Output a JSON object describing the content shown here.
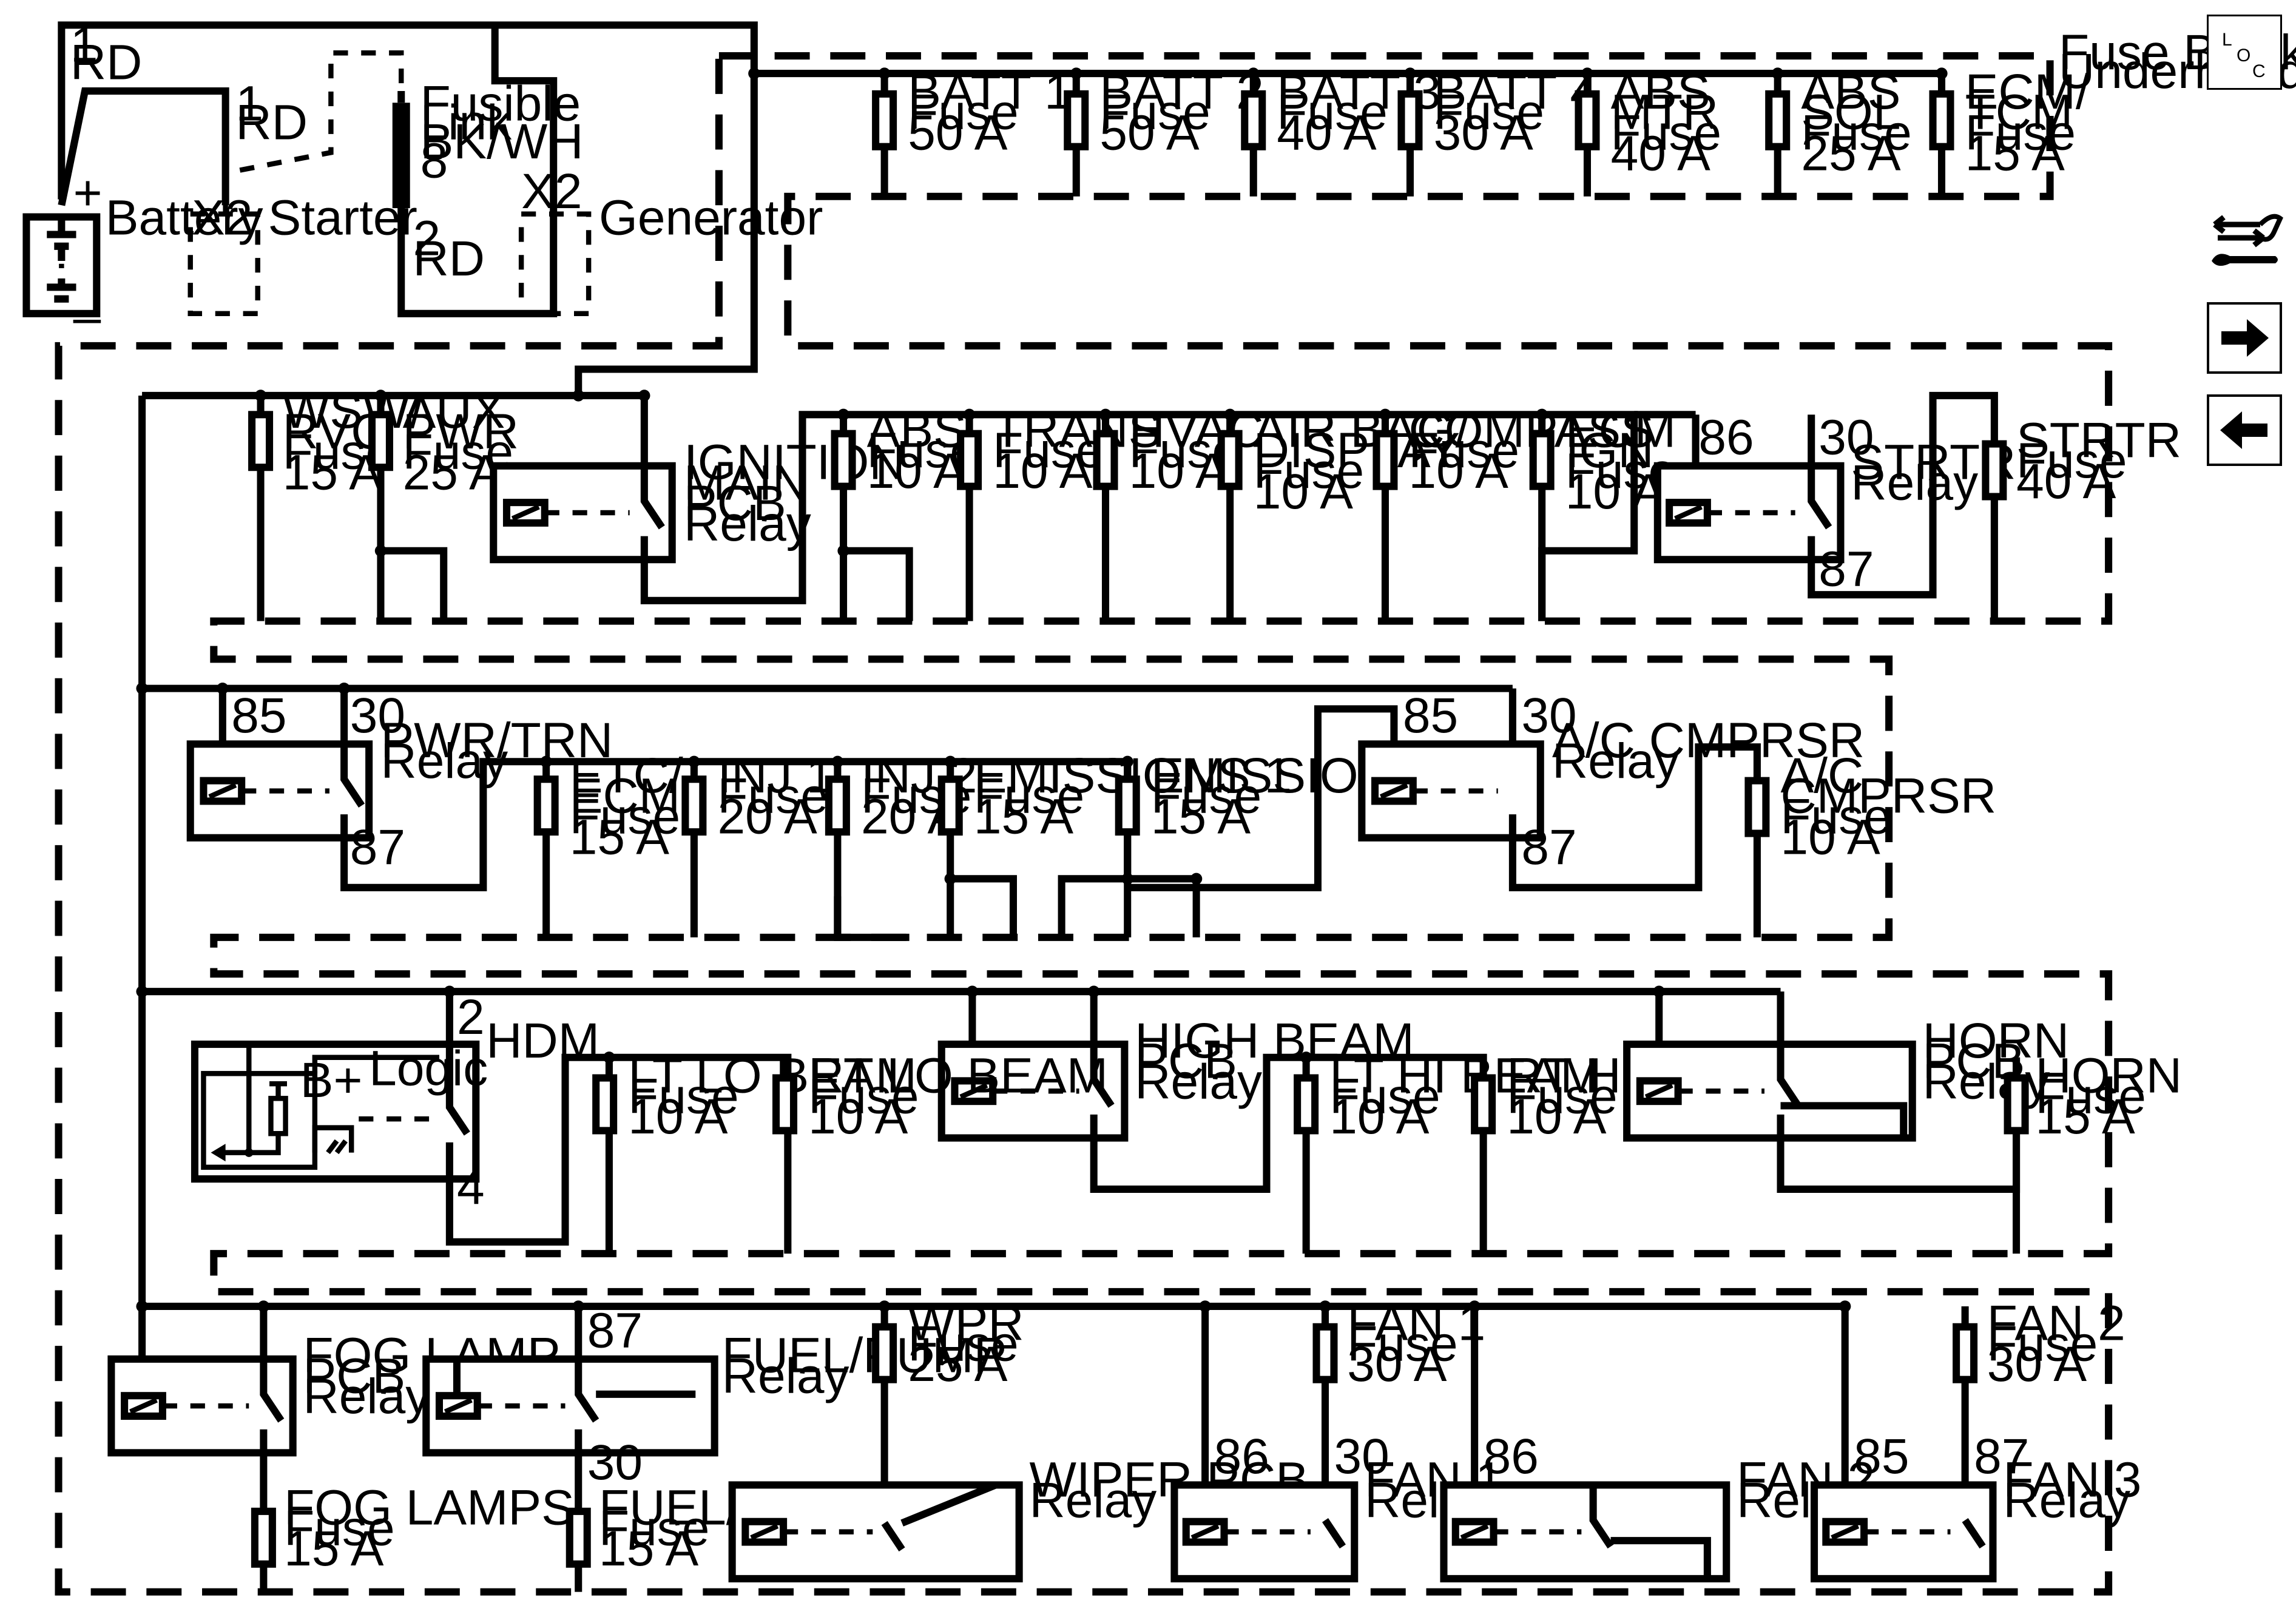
{
  "power": {
    "battery_wire": [
      "1",
      "RD"
    ],
    "battery_label": "Battery",
    "plus": "+",
    "minus": "–",
    "starter_wire": [
      "1",
      "RD"
    ],
    "starter_terminal": "X2",
    "starter_label": "Starter",
    "fusible_link": [
      "Fusible",
      "Link",
      "BK/WH",
      "8"
    ],
    "fusible_out_wire": [
      "2",
      "RD"
    ],
    "generator_terminal": "X2",
    "generator_label": "Generator"
  },
  "fuse_block_title": [
    "Fuse Block –",
    "Underhood"
  ],
  "row1_fuses": [
    {
      "lines": [
        "BATT 1",
        "Fuse",
        "50 A"
      ]
    },
    {
      "lines": [
        "BATT 2",
        "Fuse",
        "50 A"
      ]
    },
    {
      "lines": [
        "BATT 3",
        "Fuse",
        "40 A"
      ]
    },
    {
      "lines": [
        "BATT 4",
        "Fuse",
        "30 A"
      ]
    },
    {
      "lines": [
        "ABS",
        "MTR",
        "Fuse",
        "40 A"
      ]
    },
    {
      "lines": [
        "ABS",
        "SOL",
        "Fuse",
        "25 A"
      ]
    },
    {
      "lines": [
        "ECM/",
        "TCM",
        "Fuse",
        "15 A"
      ]
    }
  ],
  "row2": {
    "wsw": [
      "WSW/",
      "RVC",
      "Fuse",
      "15 A"
    ],
    "aux": [
      "AUX",
      "PWR",
      "Fuse",
      "25 A"
    ],
    "ign_relay": [
      "IGNITION",
      "MAIN",
      "PCB",
      "Relay"
    ],
    "fuses": [
      {
        "lines": [
          "ABS",
          "Fuse",
          "10 A"
        ]
      },
      {
        "lines": [
          "TRANS",
          "Fuse",
          "10 A"
        ]
      },
      {
        "lines": [
          "HVAC",
          "Fuse",
          "10 A"
        ]
      },
      {
        "lines": [
          "AIR BAG/",
          "DISPLAY",
          "Fuse",
          "10 A"
        ]
      },
      {
        "lines": [
          "COMPASS",
          "Fuse",
          "10 A"
        ]
      },
      {
        "lines": [
          "ECM",
          "IGN",
          "Fuse",
          "10 A"
        ]
      }
    ],
    "strtr_relay": [
      "STRTR",
      "Relay"
    ],
    "strtr_pins": [
      "86",
      "30",
      "87"
    ],
    "strtr_fuse": [
      "STRTR",
      "Fuse",
      "40 A"
    ]
  },
  "row3": {
    "pwr_relay": [
      "PWR/TRN",
      "Relay"
    ],
    "pwr_pins": [
      "85",
      "30",
      "87"
    ],
    "fuses": [
      {
        "lines": [
          "ETC/",
          "ECM",
          "Fuse",
          "15 A"
        ]
      },
      {
        "lines": [
          "INJ 1",
          "Fuse",
          "20 A"
        ]
      },
      {
        "lines": [
          "INJ 2",
          "Fuse",
          "20 A"
        ]
      },
      {
        "lines": [
          "EMISSIONS 1",
          "Fuse",
          "15 A"
        ]
      },
      {
        "lines": [
          "EMISSIONS 2",
          "Fuse",
          "15 A"
        ]
      }
    ],
    "ac_relay": [
      "A/C CMPRSR",
      "Relay"
    ],
    "ac_pins": [
      "85",
      "30",
      "87"
    ],
    "ac_fuse": [
      "A/C",
      "CMPRSR",
      "Fuse",
      "10 A"
    ]
  },
  "row4": {
    "hdm": "HDM",
    "logic": "Logic",
    "bplus": "B+",
    "hdm_pins": [
      "2",
      "4"
    ],
    "fuses": [
      {
        "lines": [
          "LT LO BEAM",
          "Fuse",
          "10 A"
        ]
      },
      {
        "lines": [
          "RT LO BEAM",
          "Fuse",
          "10 A"
        ]
      },
      {
        "lines": [
          "LT HI BEAM",
          "Fuse",
          "10 A"
        ]
      },
      {
        "lines": [
          "RT HI BEAM",
          "Fuse",
          "10 A"
        ]
      }
    ],
    "high_beam_relay": [
      "HIGH BEAM",
      "PCB",
      "Relay"
    ],
    "horn_relay": [
      "HORN",
      "PCB",
      "Relay"
    ],
    "horn_fuse": [
      "HORN",
      "Fuse",
      "15 A"
    ]
  },
  "row5": {
    "fog_relay": [
      "FOG LAMP",
      "PCB",
      "Relay"
    ],
    "fog_fuse": [
      "FOG LAMPS",
      "Fuse",
      "15 A"
    ],
    "fuel_relay": [
      "FUEL/PUMP",
      "Relay"
    ],
    "fuel_pins": [
      "87",
      "30"
    ],
    "fuel_fuse": [
      "FUEL/PUMP",
      "Fuse",
      "15 A"
    ],
    "wpr_fuse": [
      "WPR",
      "Fuse",
      "25 A"
    ],
    "wiper_relay": [
      "WIPER PCB",
      "Relay"
    ],
    "fan1_fuse": [
      "FAN 1",
      "Fuse",
      "30 A"
    ],
    "fan1_relay": [
      "FAN 1",
      "Relay"
    ],
    "fan1_pins": [
      "86",
      "30"
    ],
    "fan2_relay": [
      "FAN 2",
      "Relay"
    ],
    "fan2_pins": [
      "86"
    ],
    "fan2_fuse": [
      "FAN 2",
      "Fuse",
      "30 A"
    ],
    "fan3_relay": [
      "FAN 3",
      "Relay"
    ],
    "fan3_pins": [
      "85",
      "87"
    ]
  },
  "nav": {
    "loc": [
      "L",
      "O",
      "C"
    ],
    "loc_icon": "location-icon",
    "wrench_icon": "connector-wrench-icon",
    "next_icon": "arrow-right-icon",
    "back_icon": "arrow-left-icon"
  }
}
